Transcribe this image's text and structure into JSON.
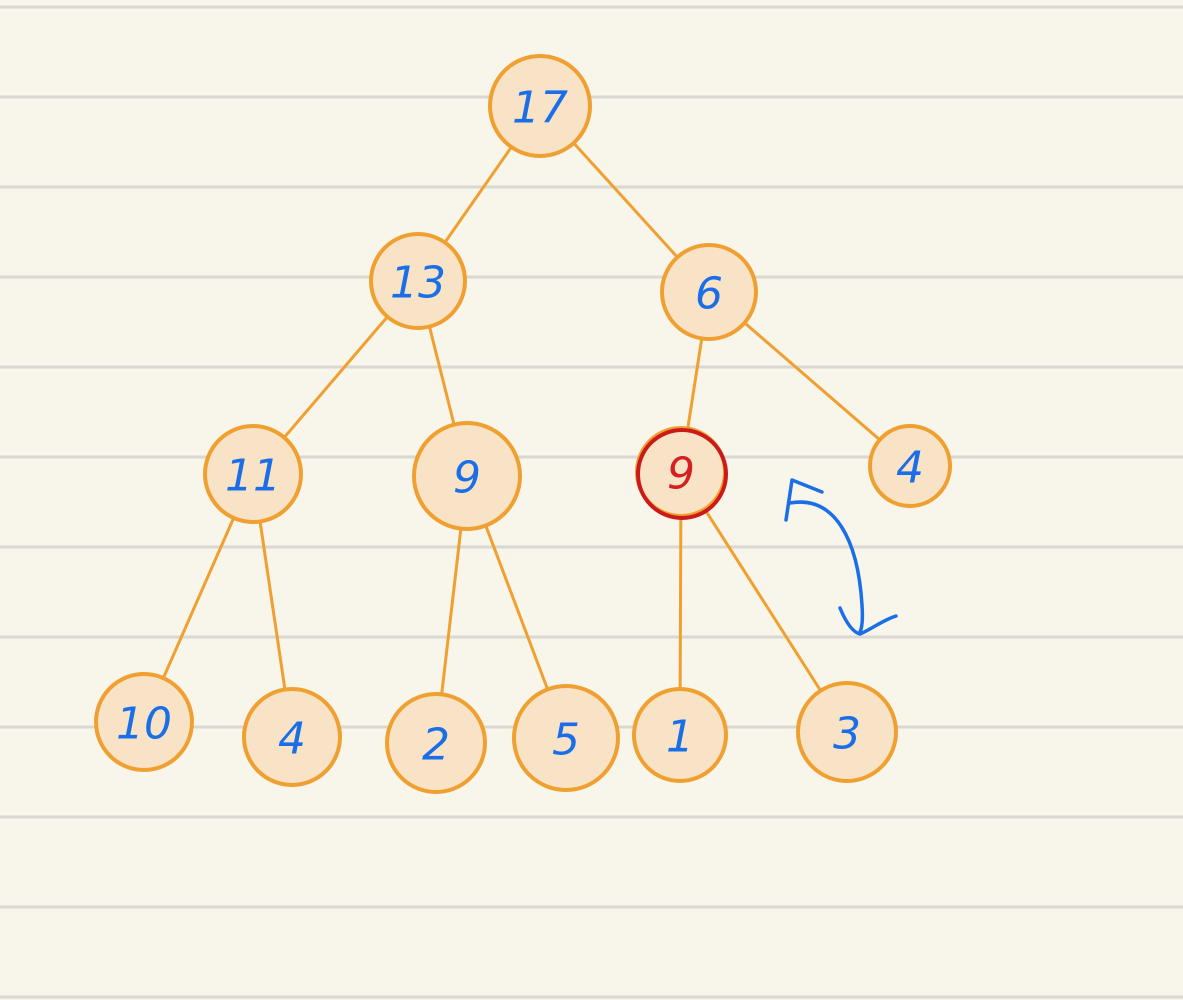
{
  "colors": {
    "paper": "#f8f5ea",
    "rule_line": "#d9d8d2",
    "node_stroke": "#f0a030",
    "node_fill": "#f8e3c6",
    "label": "#1a6ee8",
    "highlight": "#cc1a1a"
  },
  "nodes": [
    {
      "id": "n1",
      "label": "17"
    },
    {
      "id": "n2",
      "label": "13"
    },
    {
      "id": "n3",
      "label": "6"
    },
    {
      "id": "n4",
      "label": "11"
    },
    {
      "id": "n5",
      "label": "9"
    },
    {
      "id": "n6",
      "label": "9",
      "highlighted": true
    },
    {
      "id": "n7",
      "label": "4"
    },
    {
      "id": "n8",
      "label": "10"
    },
    {
      "id": "n9",
      "label": "4"
    },
    {
      "id": "n10",
      "label": "2"
    },
    {
      "id": "n11",
      "label": "5"
    },
    {
      "id": "n12",
      "label": "1"
    },
    {
      "id": "n13",
      "label": "3"
    }
  ],
  "edges": [
    {
      "from": "n1",
      "to": "n2"
    },
    {
      "from": "n1",
      "to": "n3"
    },
    {
      "from": "n2",
      "to": "n4"
    },
    {
      "from": "n2",
      "to": "n5"
    },
    {
      "from": "n3",
      "to": "n6"
    },
    {
      "from": "n3",
      "to": "n7"
    },
    {
      "from": "n4",
      "to": "n8"
    },
    {
      "from": "n4",
      "to": "n9"
    },
    {
      "from": "n5",
      "to": "n10"
    },
    {
      "from": "n5",
      "to": "n11"
    },
    {
      "from": "n6",
      "to": "n12"
    },
    {
      "from": "n6",
      "to": "n13"
    }
  ],
  "annotations": {
    "swap_arrow": {
      "from": "n6",
      "to": "n13",
      "icon": "curved-double-arrow-icon"
    }
  }
}
